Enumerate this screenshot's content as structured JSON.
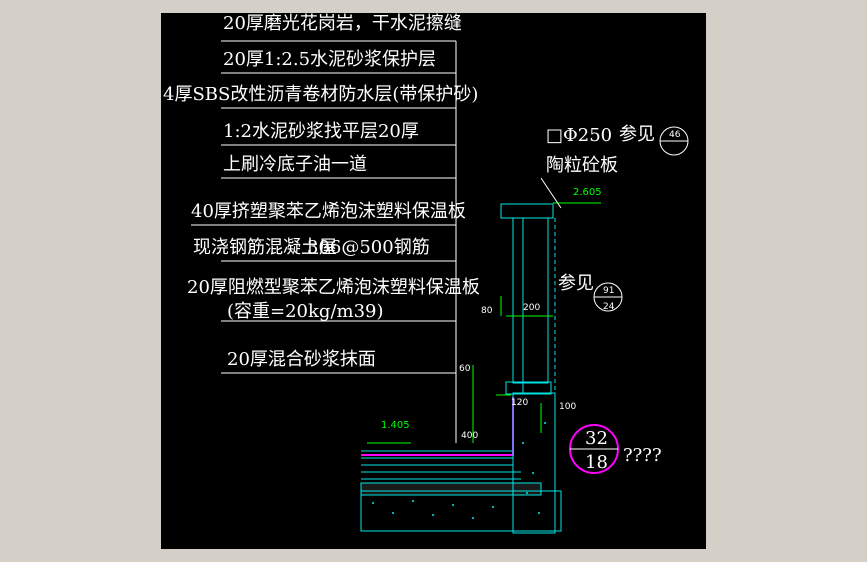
{
  "colors": {
    "background": "#000000",
    "frame": "#d4d0c8",
    "structure": "#00e5e5",
    "text": "#ffffff",
    "dimension": "#00ff00",
    "waterproof": "#ff00ff",
    "leader": "#ffffff"
  },
  "notes": [
    "20厚磨光花岗岩，干水泥擦缝",
    "20厚1:2.5水泥砂浆保护层",
    "4厚SBS改性沥青卷材防水层(带保护砂)",
    "1:2水泥砂浆找平层20厚",
    "上刷冷底子油一道",
    "40厚挤塑聚苯乙烯泡沫塑料保温板",
    "现浇钢筋混凝土屋",
    "306@500钢筋",
    "20厚阻燃型聚苯乙烯泡沫塑料保温板",
    "(容重=20kg/m39)",
    "20厚混合砂浆抹面"
  ],
  "callouts": {
    "tile_label": "□Φ250",
    "tile_label_2": "陶粒砼板",
    "see_1": "参见",
    "see_2": "参见",
    "ref1_top": "46",
    "ref1_bottom": "",
    "ref2_top": "91",
    "ref2_bottom": "24",
    "big_top": "32",
    "big_bottom": "18",
    "unknown": "????"
  },
  "dimensions": {
    "elev_top": "2.605",
    "elev_roof": "1.405",
    "d80": "80",
    "d200": "200",
    "d60": "60",
    "d120": "120",
    "d100": "100",
    "d400": "400"
  }
}
